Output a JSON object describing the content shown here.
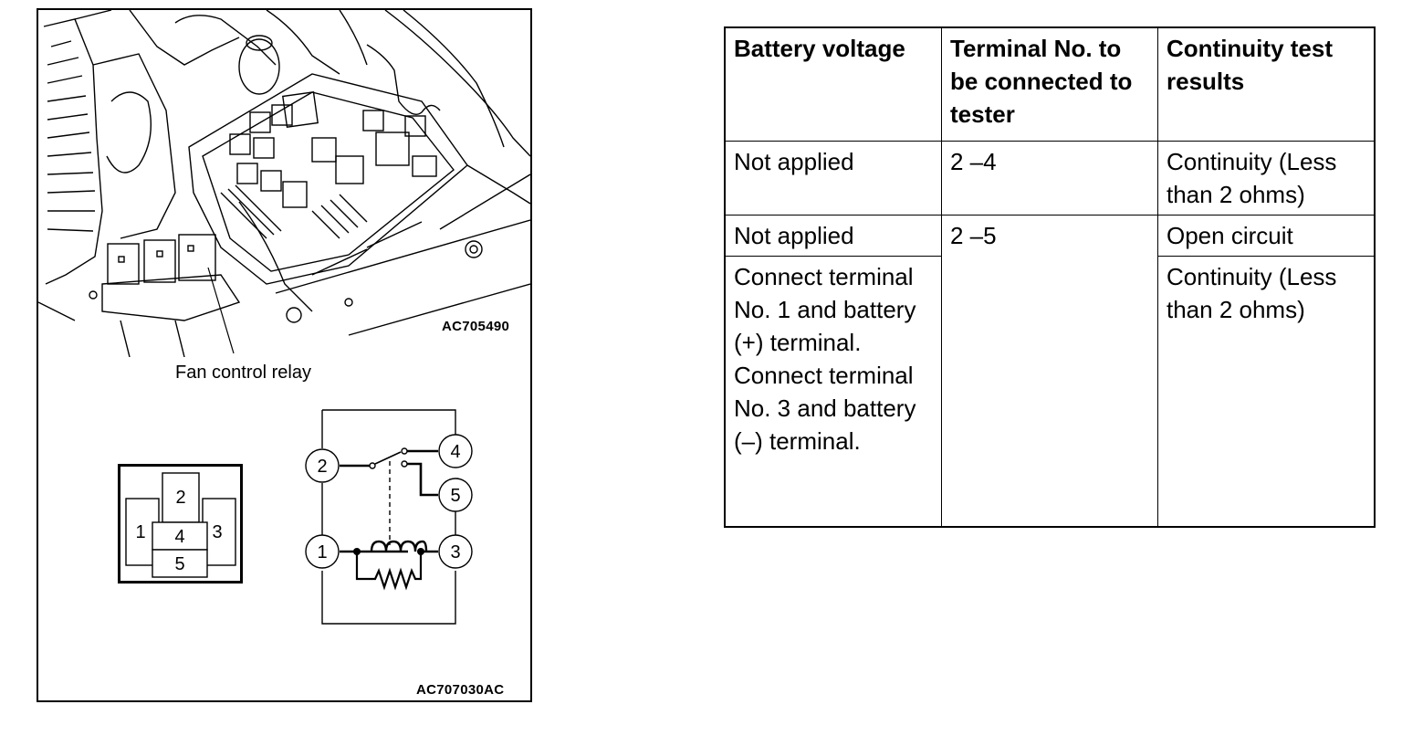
{
  "figure": {
    "photo_id": "AC705490",
    "relay_callout": "Fan control relay",
    "diagram_id": "AC707030AC",
    "terminal_layout": {
      "pins": [
        "2",
        "1",
        "4",
        "3",
        "5"
      ]
    },
    "schematic": {
      "terminals": [
        "2",
        "4",
        "5",
        "1",
        "3"
      ]
    }
  },
  "table": {
    "headers": [
      "Battery voltage",
      "Terminal No. to be connected to tester",
      "Continuity test results"
    ],
    "rows": [
      {
        "voltage": "Not applied",
        "terminals": "2 –4",
        "result": "Continuity (Less than 2 ohms)"
      },
      {
        "voltage": "Not applied",
        "terminals": "2 –5",
        "result": "Open circuit"
      },
      {
        "voltage": "Connect terminal No. 1 and battery (+) terminal. Connect terminal No. 3 and battery (–) terminal.",
        "result": "Continuity (Less than 2 ohms)"
      }
    ]
  }
}
